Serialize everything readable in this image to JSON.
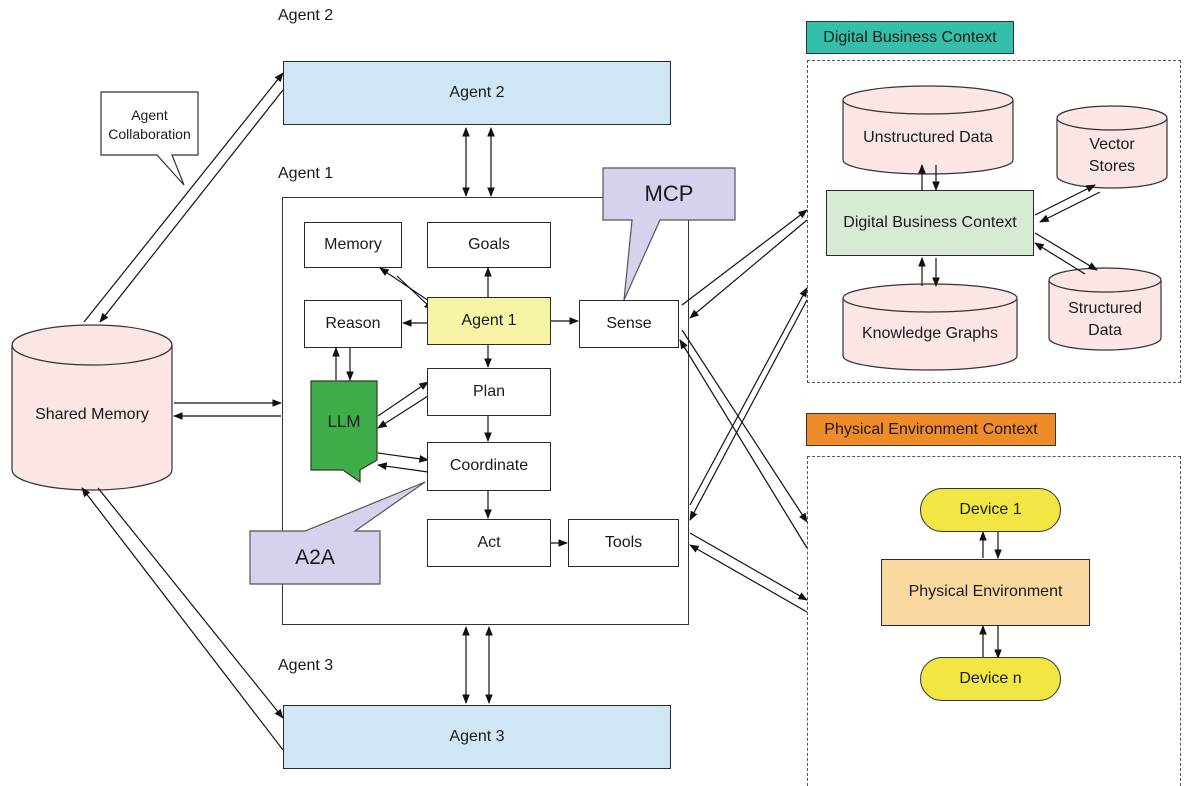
{
  "labels": {
    "agent2_heading": "Agent 2",
    "agent1_heading": "Agent 1",
    "agent3_heading": "Agent 3"
  },
  "callouts": {
    "collaboration": "Agent\nCollaboration",
    "mcp": "MCP",
    "a2a": "A2A"
  },
  "agents": {
    "agent2": "Agent 2",
    "agent3": "Agent 3"
  },
  "shared_memory": "Shared Memory",
  "agent1_nodes": {
    "memory": "Memory",
    "goals": "Goals",
    "reason": "Reason",
    "agent1": "Agent 1",
    "sense": "Sense",
    "llm": "LLM",
    "plan": "Plan",
    "coordinate": "Coordinate",
    "act": "Act",
    "tools": "Tools"
  },
  "digital": {
    "title": "Digital Business Context",
    "center": "Digital Business Context",
    "unstructured": "Unstructured Data",
    "vector": "Vector\nStores",
    "knowledge": "Knowledge Graphs",
    "structured": "Structured\nData"
  },
  "physical": {
    "title": "Physical Environment Context",
    "device1": "Device 1",
    "center": "Physical Environment",
    "devicen": "Device n"
  },
  "colors": {
    "agent_blue": "#cfe6f5",
    "agent1_yellow": "#f7f4a6",
    "llm_green": "#3fae49",
    "lavender": "#d6d1ec",
    "pink": "#fbe5e5",
    "mint": "#d5ecd3",
    "teal_tag": "#34bfa8",
    "orange_tag": "#f08b2a",
    "device_yellow": "#f1e643",
    "env_orange": "#fad9a0"
  }
}
